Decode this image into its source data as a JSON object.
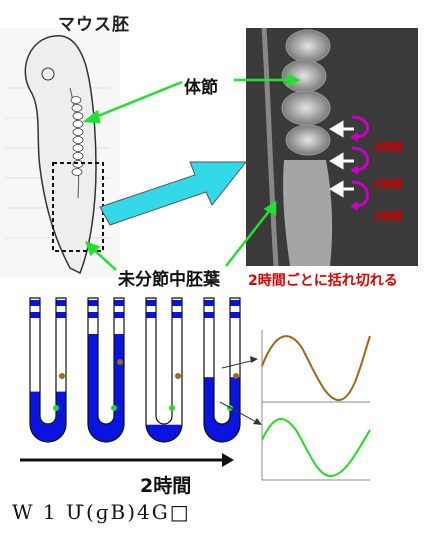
{
  "labels": {
    "mouse_embryo": "マウス胚",
    "somite": "体節",
    "psm": "未分節中胚葉",
    "periodic": "2時間ごとに括れ切れる",
    "two_hours_a": "2時間",
    "two_hours_b": "2時間",
    "two_hours_c": "2時間",
    "two_hours_bottom": "2時間"
  },
  "caption": "W 1 Մ(ɡB)4G□",
  "colors": {
    "arrow_cyan": "#33d9e8",
    "pointer_green": "#22e030",
    "tube_blue": "#0a14e0",
    "oscillation_brown": "#9a6a18",
    "oscillation_green": "#22dd22",
    "magenta": "#c800c8",
    "red_text": "#e00000"
  },
  "stages": [
    {
      "blue_fill_level": 0.35,
      "brown_dot": "upper",
      "green_dot": "lower"
    },
    {
      "blue_fill_level": 0.75,
      "brown_dot": "middle",
      "green_dot": "lower"
    },
    {
      "blue_fill_level": 0.12,
      "brown_dot": "upper",
      "green_dot": "lower"
    },
    {
      "blue_fill_level": 0.45,
      "brown_dot": "upper",
      "green_dot": "lower"
    }
  ]
}
